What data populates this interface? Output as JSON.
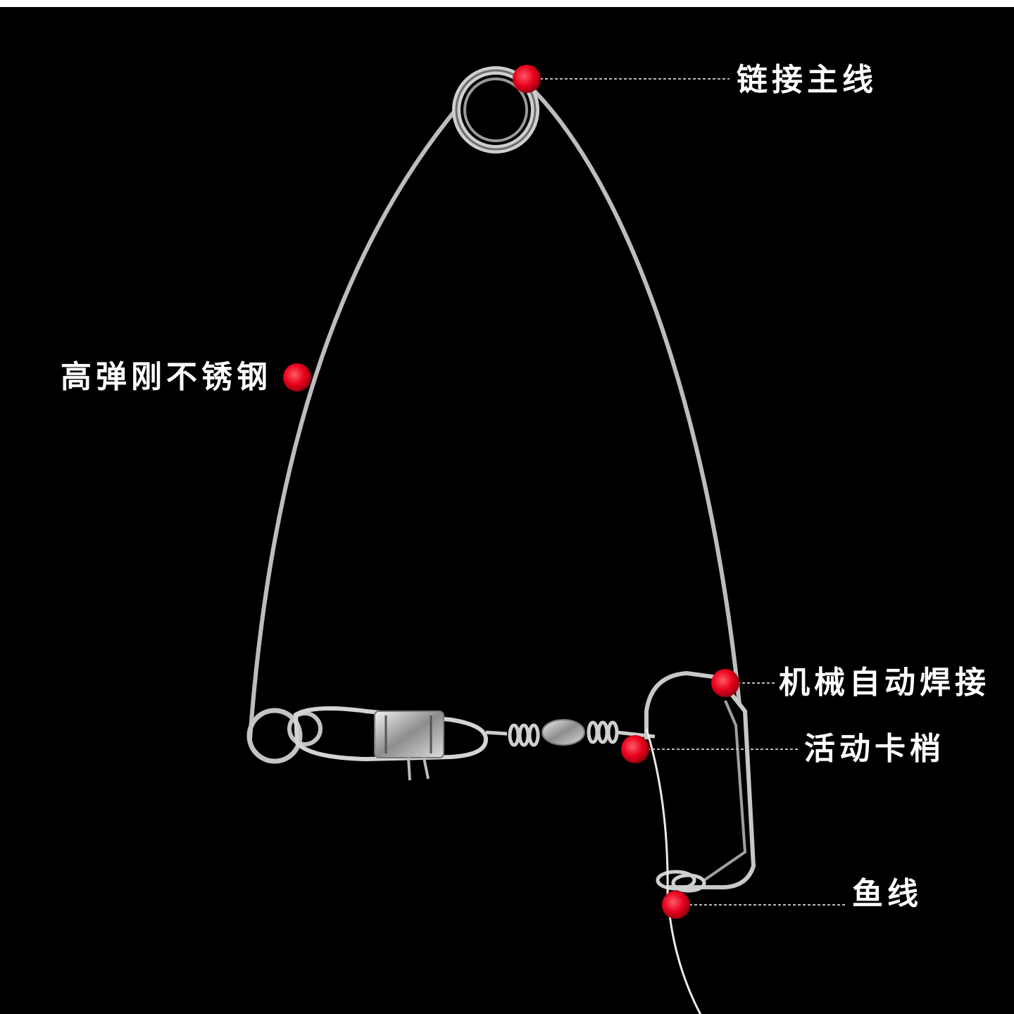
{
  "labels": {
    "main_line": "链接主线",
    "stainless": "高弹刚不锈钢",
    "weld": "机械自动焊接",
    "pin": "活动卡梢",
    "fishing_line": "鱼线"
  },
  "colors": {
    "background": "#000000",
    "frame": "#ffffff",
    "wire": "#c9c9c9",
    "marker": "#e8001c",
    "leader": "#bbbbbb",
    "label_text": "#ffffff"
  },
  "icons": {
    "top_ring": "split-ring-icon",
    "snap": "snap-swivel-icon",
    "marker": "red-dot-icon"
  }
}
